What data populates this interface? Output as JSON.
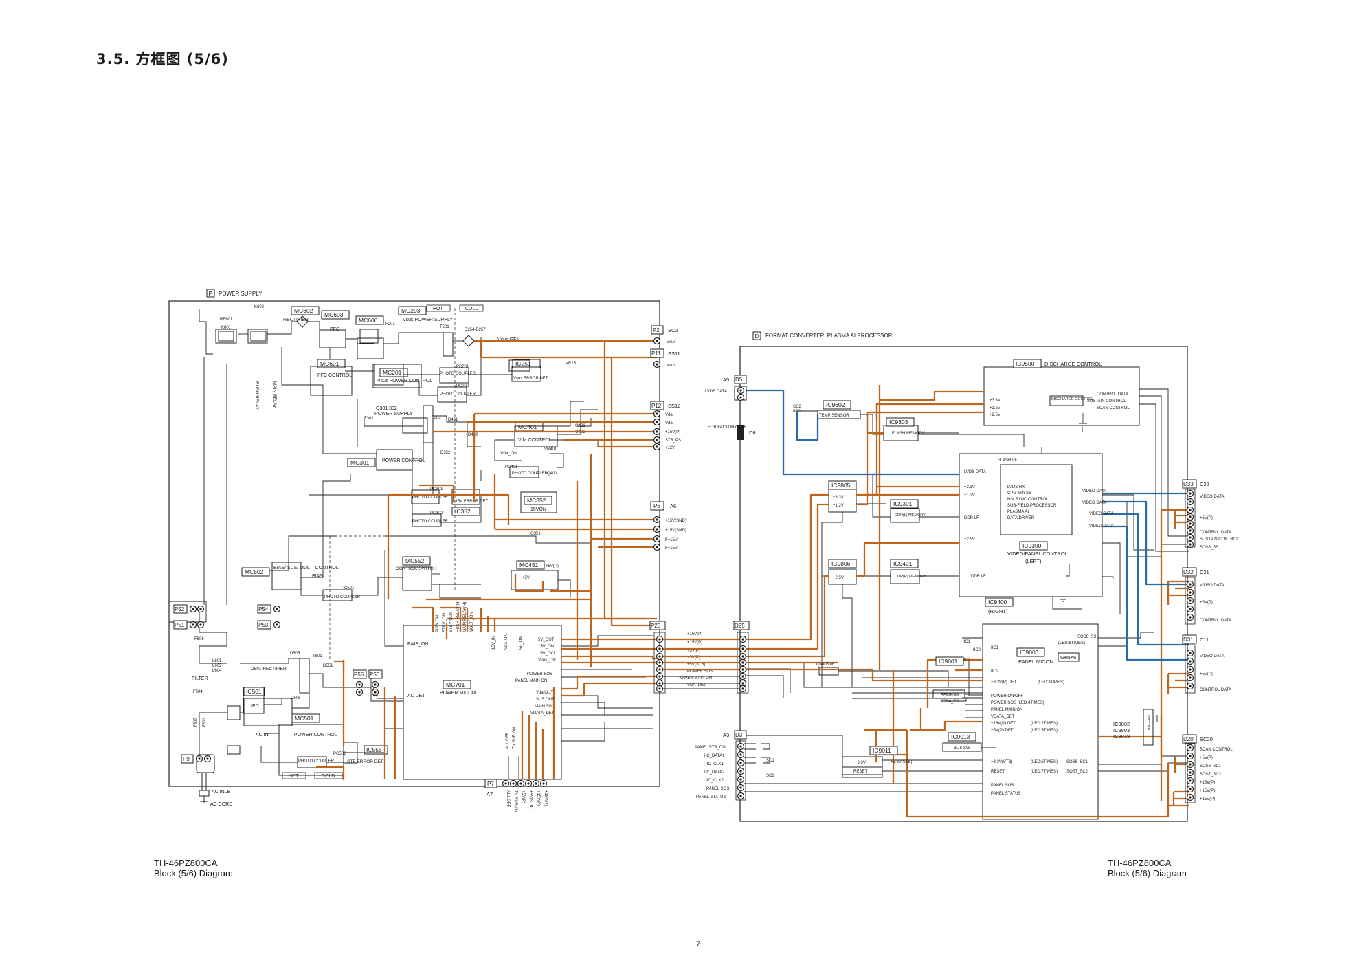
{
  "header": {
    "title": "3.5.  方框图 (5/6)"
  },
  "footer": {
    "left": {
      "model": "TH-46PZ800CA",
      "caption": "Block (5/6) Diagram"
    },
    "right": {
      "model": "TH-46PZ800CA",
      "caption": "Block (5/6) Diagram"
    },
    "page_number": "7"
  },
  "colors": {
    "power_line": "#c0661c",
    "signal_line": "#2a6aa8",
    "ink": "#222222"
  },
  "power_board": {
    "tag": "P",
    "title": "POWER SUPPLY",
    "hot_cold_top": [
      "HOT",
      "COLD"
    ],
    "hot_cold_bottom": [
      "HOT",
      "COLD"
    ],
    "blocks": {
      "mc602": "MC602",
      "rectifier": "RECTIFIER",
      "mc603": "MC603",
      "pfc": "PFC",
      "mc606": "MC606",
      "mc203": "MC203",
      "vsus_power_supply": "Vsus POWER SUPPLY",
      "mc601": "MC601",
      "pfc_control": "PFC CONTROL",
      "mc201": "MC201",
      "vsus_power_control": "Vsus POWER CONTROL",
      "ic251": "IC251",
      "vsus_error_det": "Vsus ERROR DET",
      "q301_302": "Q301,302",
      "power_supply_label": "POWER SUPPLY",
      "mc401": "MC401",
      "vda_control": "Vda CONTROL",
      "mc301": "MC301",
      "power_control": "POWER CONTROL",
      "mc352": "MC352",
      "v15von": "15VON",
      "ic352": "IC352",
      "error_det_15v": "+15V ERROR DET",
      "mc552": "MC552",
      "control_switch": "CONTROL SWITCH",
      "mc451": "MC451",
      "mc502": "MC502",
      "bias_sus": "BIAS/ SUS/ MULTI CONTROL",
      "mc701": "MC701",
      "power_micom": "POWER MICOM",
      "ic501": "IC501",
      "ipd": "IPD",
      "mc501": "MC501",
      "power_control_2": "POWER CONTROL",
      "ic555": "IC555",
      "stb_error_det": "STB ERROR DET",
      "filter": "FILTER",
      "d501_rectifier": "D501 RECTIFIER",
      "photo_coupler": "PHOTO COUPLER",
      "rush_relay": "RUSH RELAY",
      "main_relay": "MAIN RELAY",
      "ac_inlet": "AC INLET",
      "ac_cord": "AC CORD",
      "vsus_gen": "Vsus GEN",
      "bias": "BIAS",
      "bais_on": "BAIS_ON",
      "ac_det": "AC DET",
      "ac_in": "AC IN",
      "vda_on": "Vda_ON",
      "plus5v": "+5V",
      "plus5vp": "+5V(P)",
      "small_labels": [
        "K602",
        "RE601",
        "K601",
        "F201",
        "T201",
        "D254-D257",
        "F301",
        "T301",
        "D401",
        "D402",
        "D352",
        "Q402",
        "Q403",
        "Q401",
        "VR401",
        "VR251",
        "PC201",
        "PC202",
        "PC301",
        "PC302",
        "PC401",
        "PC501",
        "PC502",
        "Q351",
        "F506",
        "F504",
        "L601",
        "L602",
        "L604",
        "D505",
        "T501",
        "D551",
        "D506",
        "F507",
        "F601"
      ]
    },
    "connectors": {
      "p2": {
        "id": "P2",
        "name": "SC2",
        "pins": [
          "Vsus"
        ]
      },
      "p11": {
        "id": "P11",
        "name": "SS11",
        "pins": [
          "Vsus"
        ]
      },
      "p12": {
        "id": "P12",
        "name": "SS12",
        "pins": [
          "Vda",
          "Vda",
          "+15V(P)",
          "STB_PS",
          "+12V"
        ]
      },
      "p6": {
        "id": "P6",
        "name": "A6",
        "pins": [
          "+15V(SND)",
          "+15V(SND)",
          "F+15V",
          "F+15V"
        ]
      },
      "p25": {
        "id": "P25",
        "pins": [
          "+15V(P)",
          "+15V(P)",
          "+5V(P)",
          "+5V(P)",
          "+5V(STB)",
          "POWER SOS",
          "POWER MAIN ON",
          "VDA_DET"
        ]
      },
      "p52": "P52",
      "p51": "P51",
      "p54": "P54",
      "p53": "P53",
      "p55": "P55",
      "p56": "P56",
      "p9": "P9",
      "p7": {
        "id": "P7",
        "name": "A7",
        "pins": [
          "ALL OFF",
          "TV SUB ON",
          "+5V(P)",
          "+5V(STB)",
          "+15V(P)",
          "+15V(P)"
        ]
      }
    },
    "micom_top_pins": [
      "POW ON",
      "STBV_ON",
      "STBY OUT",
      "RUSH RELAY(H)",
      "MAIN RELAY(H)",
      "MULTI_ON",
      "15V_IN",
      "Vda_ON",
      "5V_ON"
    ],
    "micom_right_pins": [
      "5V_OUT",
      "15V_ON",
      "15V_OCL",
      "Vsus_ON",
      "POWER SOS",
      "PANEL MAIN ON",
      "Vda OUT",
      "SUS OUT",
      "MAIN SW",
      "VDATA_DET"
    ],
    "micom_bottom_pins": [
      "ALL OFF",
      "TV SUB ON"
    ]
  },
  "format_board": {
    "tag": "D",
    "title": "FORMAT CONVERTER, PLASMA AI PROCESSOR",
    "d5": {
      "id": "D5",
      "name": "A5",
      "label": "LVDS DATA"
    },
    "d6": {
      "id": "D6",
      "label": "FOR FACTORY USE"
    },
    "d25": {
      "id": "D25"
    },
    "d3": {
      "id": "D3",
      "name": "A3",
      "pins": [
        "PANEL STB_ON",
        "IIC_DATA1",
        "IIC_CLK1",
        "IIC_DATA2",
        "IIC_CLK2",
        "PANEL SOS",
        "PANEL STATUS"
      ]
    },
    "ic9500": {
      "id": "IC9500",
      "title": "DISCHARGE CONTROL",
      "inner": "DISCHARGE CONTROL",
      "left_pins": [
        "+3.3V",
        "+1.2V",
        "+2.5V"
      ],
      "right_pins": [
        "CONTROL DATA",
        "SUSTAIN CONTROL",
        "SCAN CONTROL"
      ]
    },
    "ic9602": {
      "id": "IC9602",
      "label": "TEMP SENSOR"
    },
    "ic9303": {
      "id": "IC9303",
      "label": "FLASH MEMORY"
    },
    "ic9805": {
      "id": "IC9805",
      "pins": [
        "+3.3V",
        "+1.2V"
      ]
    },
    "ic9806": {
      "id": "IC9806",
      "pins": [
        "+2.5V"
      ]
    },
    "ic9301": {
      "id": "IC9301",
      "label": "DDR(L) MEMORY"
    },
    "ic9401": {
      "id": "IC9401",
      "label": "DDR(R) MEMORY"
    },
    "ic9300": {
      "id": "IC9300",
      "title": "VIDEO/PANEL CONTROL",
      "side": "(LEFT)",
      "functions": [
        "LVDS RX",
        "CPG with SS",
        "H/V SYNC CONTROL",
        "SUB-FIELD PROCESSOR",
        "PLASMA AI",
        "DATA DRIVER"
      ],
      "left_pins": [
        "LVDS DATA",
        "+3.3V",
        "+1.2V",
        "DDR I/F",
        "+2.5V"
      ],
      "right_pins": [
        "VIDEO DATA",
        "VIDEO DATA",
        "VIDEO DATA",
        "VIDEO DATA"
      ],
      "flash_if": "FLASH I/F"
    },
    "ic9400": {
      "id": "IC9400",
      "side": "(RIGHT)",
      "pin": "DDR I/F"
    },
    "ic9003": {
      "id": "IC9003",
      "title": "PANEL MICOM",
      "genx": "GenX6",
      "left_pins": [
        "IIC1",
        "IIC2",
        "+3.3V(P) DET",
        "POWER ON/OFF",
        "POWER SOS (LED:4TIMES)",
        "PANEL MAIN ON",
        "VDATA_DET",
        "+15V(P) DET",
        "+5V(P) DET",
        "+3.3V(STB)",
        "RESET",
        "PANEL SOS",
        "PANEL STATUS"
      ],
      "right_labels": [
        "SOS8_SS",
        "(LED:8TIMES)",
        "(LED:3TIMES)",
        "(LED:2TIMES)",
        "(LED:5TIMES)",
        "(LED:6TIMES)",
        "(LED:7TIMES)",
        "SOS6_SC1",
        "SOS7_SC2"
      ]
    },
    "ic9001": {
      "id": "IC9001",
      "label": "EEPROM"
    },
    "ic9013": {
      "id": "IC9013",
      "label": "BUS SW"
    },
    "ic9011": {
      "id": "IC9011",
      "labels": [
        "+3.3V",
        "RESET"
      ],
      "out": "+3.3V(STB)"
    },
    "q9805": "Q9805,06",
    "sos4": "SOS4_PS",
    "ic9802": [
      "IC9802",
      "IC9803",
      "IC9019"
    ],
    "buffer": "BUFFER",
    "misc_labels": [
      "SC2",
      "IIC2",
      "IIC1",
      "IIC2",
      "IIC2",
      "SC1",
      "SC2"
    ],
    "d33": {
      "id": "D33",
      "name": "C22",
      "pins": [
        "VIDEO DATA",
        "+5V(P)",
        "CONTROL DATA",
        "SUSTAIN CONTROL",
        "SOS8_SS"
      ]
    },
    "d32": {
      "id": "D32",
      "name": "C21",
      "pins": [
        "VIDEO DATA",
        "+5V(P)",
        "CONTROL DATA"
      ]
    },
    "d31": {
      "id": "D31",
      "name": "C11",
      "pins": [
        "VIDEO DATA",
        "+5V(P)",
        "CONTROL DATA"
      ]
    },
    "d20": {
      "id": "D20",
      "name": "SC20",
      "pins": [
        "SCAN CONTROL",
        "+5V(P)",
        "SOS6_SC1",
        "SOS7_SC2",
        "+15V(P)",
        "+15V(P)",
        "+15V(P)"
      ]
    }
  }
}
